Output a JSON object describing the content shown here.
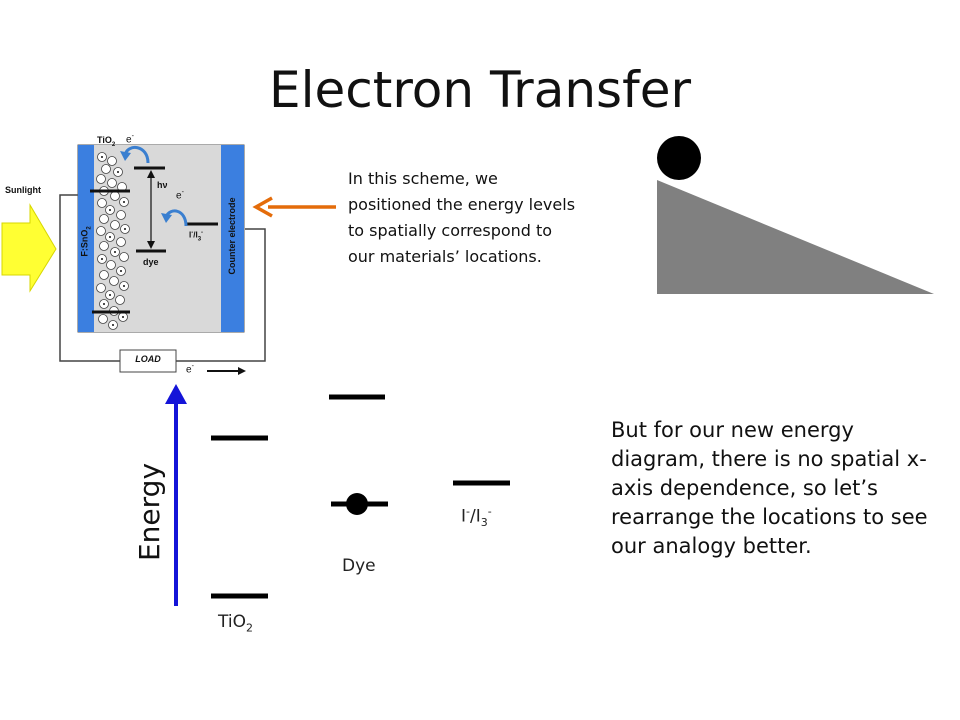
{
  "slide": {
    "title": "Electron Transfer",
    "scheme_note": "In this scheme, we positioned the energy levels to spatially correspond to our materials’ locations.",
    "rearrange_note": "But for our new energy diagram, there is no spatial x-axis dependence, so let’s rearrange the locations to see our analogy better."
  },
  "cell": {
    "sunlight": "Sunlight",
    "tio2": "TiO",
    "tio2_sub": "2",
    "electron": "e",
    "electron_sup": "-",
    "fsno2": "F:SnO",
    "fsno2_sub": "2",
    "hv": "hν",
    "dye": "dye",
    "redox": "I",
    "redox_sup": "-",
    "redox_mid": "/I",
    "redox_sub": "3",
    "redox_sup2": "-",
    "counter_electrode": "Counter electrode",
    "load": "LOAD"
  },
  "energy_diagram": {
    "axis_label": "Energy",
    "tio2": "TiO",
    "tio2_sub": "2",
    "dye": "Dye",
    "redox_i": "I",
    "redox_sup": "-",
    "redox_mid": "/I",
    "redox_sub": "3",
    "redox_sup2": "-"
  },
  "colors": {
    "electrode_blue": "#3b7fe0",
    "electrolyte_gray": "#d9d9d9",
    "arrow_orange": "#e46c0a",
    "axis_blue": "#1414d8",
    "sunlight_yellow": "#ffff33",
    "ramp_gray": "#808080",
    "curved_arrow_blue": "#3a7fd0"
  }
}
